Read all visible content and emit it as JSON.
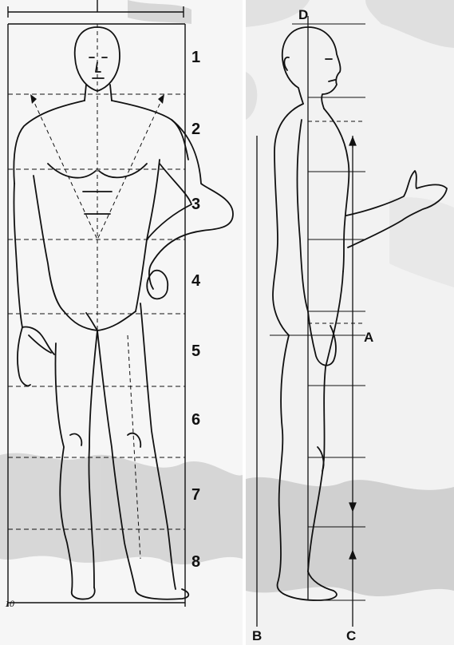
{
  "page_number": "10",
  "front_view": {
    "head_unit_labels": [
      "1",
      "2",
      "3",
      "4",
      "5",
      "6",
      "7",
      "8"
    ]
  },
  "side_view": {
    "point_labels": {
      "top": "D",
      "right_mid": "A",
      "bottom_left": "B",
      "bottom_right": "C"
    }
  },
  "colors": {
    "ink": "#111111",
    "paper": "#f6f6f6",
    "smudge": "#b9b9b9"
  }
}
